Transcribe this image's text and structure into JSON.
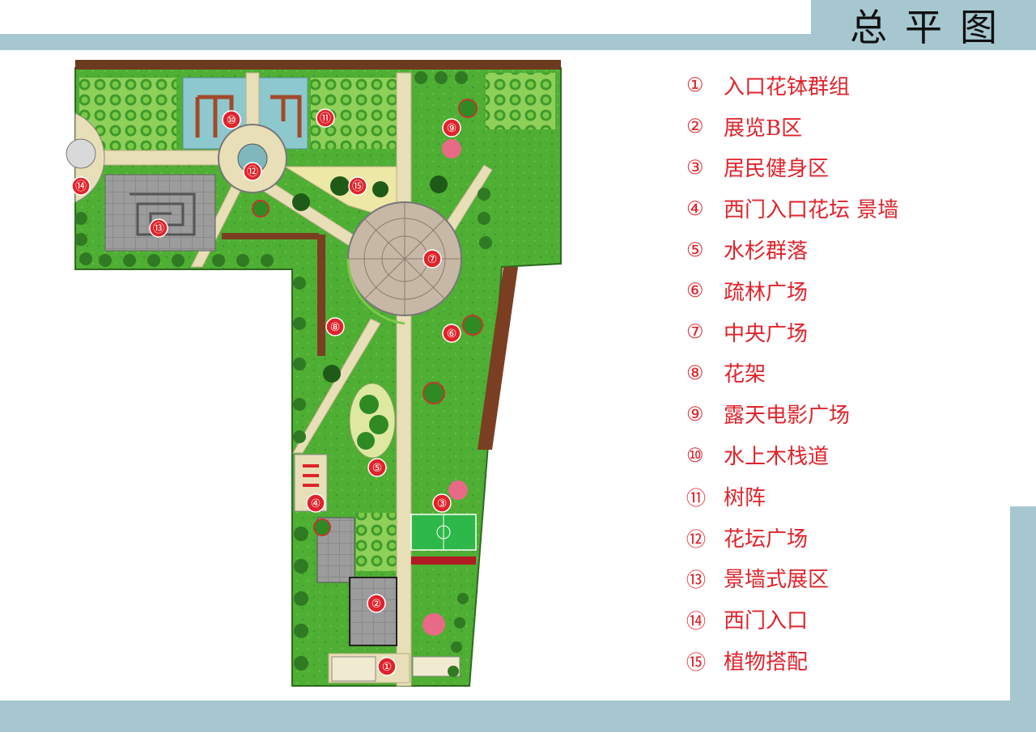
{
  "title": "总平图",
  "colors": {
    "band": "#a6c7d0",
    "grass": "#4fae34",
    "grass_light": "#7cc94a",
    "path": "#e8dfb8",
    "wall": "#6b3a1f",
    "water": "#8ec8cf",
    "marker": "#e0232b",
    "legend_text": "#e0232b"
  },
  "markers": [
    {
      "id": "1",
      "label": "①"
    },
    {
      "id": "2",
      "label": "②"
    },
    {
      "id": "3",
      "label": "③"
    },
    {
      "id": "4",
      "label": "④"
    },
    {
      "id": "5",
      "label": "⑤"
    },
    {
      "id": "6",
      "label": "⑥"
    },
    {
      "id": "7",
      "label": "⑦"
    },
    {
      "id": "8",
      "label": "⑧"
    },
    {
      "id": "9",
      "label": "⑨"
    },
    {
      "id": "10",
      "label": "⑩"
    },
    {
      "id": "11",
      "label": "⑪"
    },
    {
      "id": "12",
      "label": "⑫"
    },
    {
      "id": "13",
      "label": "⑬"
    },
    {
      "id": "14",
      "label": "⑭"
    },
    {
      "id": "15",
      "label": "⑮"
    }
  ],
  "legend": [
    {
      "num": "①",
      "label": "入口花钵群组"
    },
    {
      "num": "②",
      "label": "展览B区"
    },
    {
      "num": "③",
      "label": "居民健身区"
    },
    {
      "num": "④",
      "label": "西门入口花坛  景墙"
    },
    {
      "num": "⑤",
      "label": "水杉群落"
    },
    {
      "num": "⑥",
      "label": "疏林广场"
    },
    {
      "num": "⑦",
      "label": "中央广场"
    },
    {
      "num": "⑧",
      "label": "花架"
    },
    {
      "num": "⑨",
      "label": "露天电影广场"
    },
    {
      "num": "⑩",
      "label": "水上木栈道"
    },
    {
      "num": "⑪",
      "label": "树阵"
    },
    {
      "num": "⑫",
      "label": "花坛广场"
    },
    {
      "num": "⑬",
      "label": "景墙式展区"
    },
    {
      "num": "⑭",
      "label": "西门入口"
    },
    {
      "num": "⑮",
      "label": "植物搭配"
    }
  ]
}
